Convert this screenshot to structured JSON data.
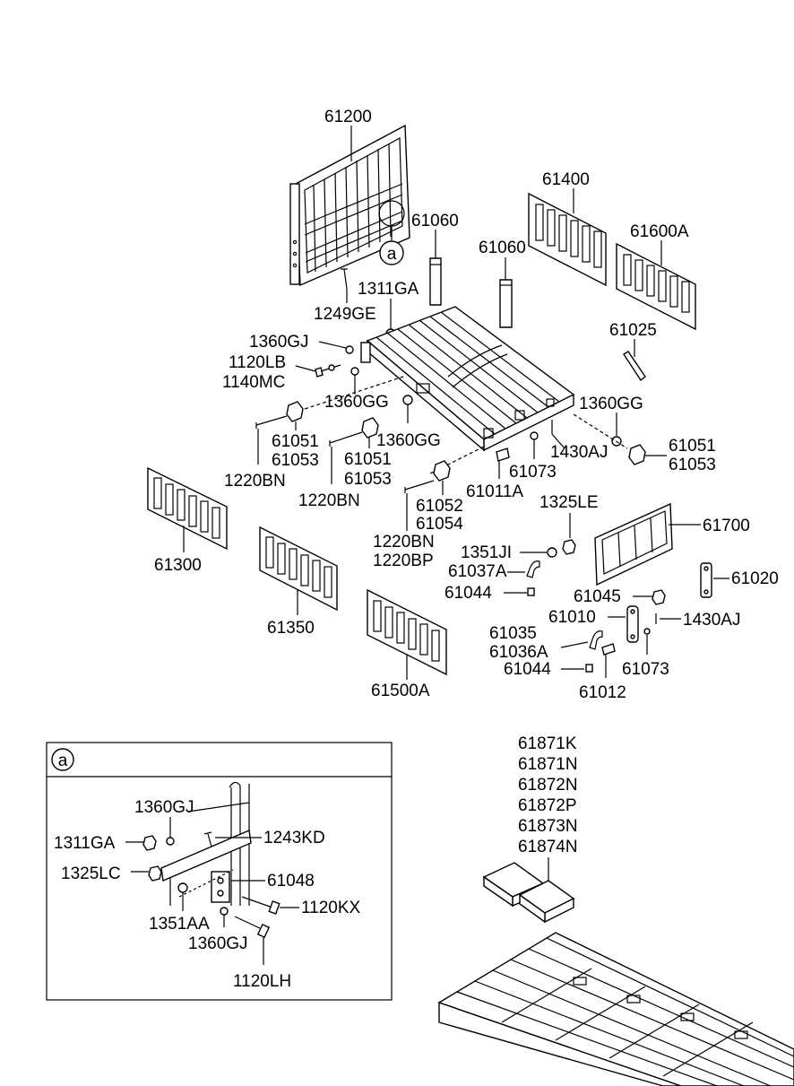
{
  "diagram": {
    "callout_letter": "a",
    "detail_box_letter": "a",
    "labels": {
      "l61200": "61200",
      "l61060a": "61060",
      "l61060b": "61060",
      "l61400": "61400",
      "l61600a": "61600A",
      "l1311ga": "1311GA",
      "l1249ge": "1249GE",
      "l61025": "61025",
      "l1360gj": "1360GJ",
      "l1120lb": "1120LB",
      "l1140mc": "1140MC",
      "l1360gg_a": "1360GG",
      "l1360gg_b": "1360GG",
      "l1360gg_c": "1360GG",
      "l61051_a": "61051",
      "l61053_a": "61053",
      "l61051_b": "61051",
      "l61053_b": "61053",
      "l61051_c": "61051",
      "l61053_c": "61053",
      "l1430aj_a": "1430AJ",
      "l61073_a": "61073",
      "l61011a": "61011A",
      "l1220bn_a": "1220BN",
      "l1220bn_b": "1220BN",
      "l61052": "61052",
      "l61054": "61054",
      "l1325le": "1325LE",
      "l61700": "61700",
      "l1220bn_c": "1220BN",
      "l1220bp": "1220BP",
      "l1351ji": "1351JI",
      "l61037a": "61037A",
      "l61044_a": "61044",
      "l61300": "61300",
      "l61350": "61350",
      "l61020": "61020",
      "l61045": "61045",
      "l61010": "61010",
      "l1430aj_b": "1430AJ",
      "l61035": "61035",
      "l61036a": "61036A",
      "l61044_b": "61044",
      "l61073_b": "61073",
      "l61012": "61012",
      "l61500a": "61500A",
      "l61871k": "61871K",
      "l61871n": "61871N",
      "l61872n": "61872N",
      "l61872p": "61872P",
      "l61873n": "61873N",
      "l61874n": "61874N",
      "d1360gj_a": "1360GJ",
      "d1311ga": "1311GA",
      "d1243kd": "1243KD",
      "d1325lc": "1325LC",
      "d61048": "61048",
      "d1120kx": "1120KX",
      "d1351aa": "1351AA",
      "d1360gj_b": "1360GJ",
      "d1120lh": "1120LH"
    }
  }
}
